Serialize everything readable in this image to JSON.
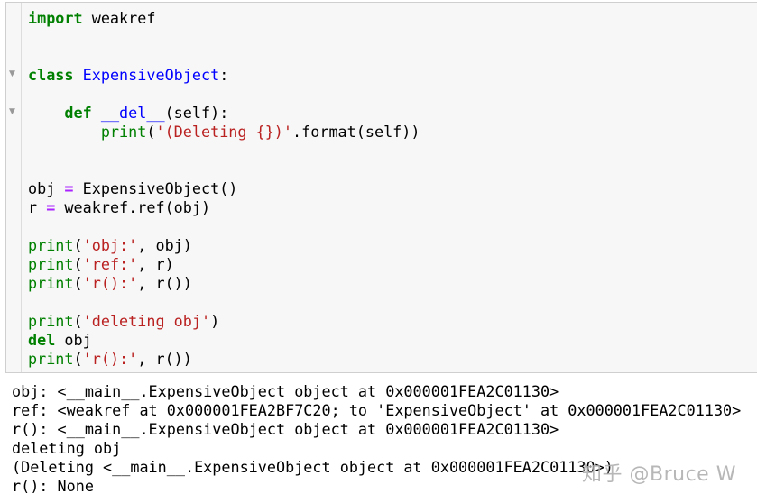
{
  "code_cell": {
    "lines": [
      [
        {
          "t": "import",
          "c": "kw"
        },
        {
          "t": " weakref",
          "c": ""
        }
      ],
      [],
      [],
      [
        {
          "t": "class",
          "c": "kw"
        },
        {
          "t": " ",
          "c": ""
        },
        {
          "t": "ExpensiveObject",
          "c": "def"
        },
        {
          "t": ":",
          "c": ""
        }
      ],
      [],
      [
        {
          "t": "    ",
          "c": ""
        },
        {
          "t": "def",
          "c": "kw"
        },
        {
          "t": " ",
          "c": ""
        },
        {
          "t": "__del__",
          "c": "def"
        },
        {
          "t": "(self):",
          "c": ""
        }
      ],
      [
        {
          "t": "        ",
          "c": ""
        },
        {
          "t": "print",
          "c": "bi"
        },
        {
          "t": "(",
          "c": ""
        },
        {
          "t": "'(Deleting {})'",
          "c": "str"
        },
        {
          "t": ".format(self))",
          "c": ""
        }
      ],
      [],
      [],
      [
        {
          "t": "obj ",
          "c": ""
        },
        {
          "t": "=",
          "c": "op"
        },
        {
          "t": " ExpensiveObject()",
          "c": ""
        }
      ],
      [
        {
          "t": "r ",
          "c": ""
        },
        {
          "t": "=",
          "c": "op"
        },
        {
          "t": " weakref.ref(obj)",
          "c": ""
        }
      ],
      [],
      [
        {
          "t": "print",
          "c": "bi"
        },
        {
          "t": "(",
          "c": ""
        },
        {
          "t": "'obj:'",
          "c": "str"
        },
        {
          "t": ", obj)",
          "c": ""
        }
      ],
      [
        {
          "t": "print",
          "c": "bi"
        },
        {
          "t": "(",
          "c": ""
        },
        {
          "t": "'ref:'",
          "c": "str"
        },
        {
          "t": ", r)",
          "c": ""
        }
      ],
      [
        {
          "t": "print",
          "c": "bi"
        },
        {
          "t": "(",
          "c": ""
        },
        {
          "t": "'r():'",
          "c": "str"
        },
        {
          "t": ", r())",
          "c": ""
        }
      ],
      [],
      [
        {
          "t": "print",
          "c": "bi"
        },
        {
          "t": "(",
          "c": ""
        },
        {
          "t": "'deleting obj'",
          "c": "str"
        },
        {
          "t": ")",
          "c": ""
        }
      ],
      [
        {
          "t": "del",
          "c": "kw"
        },
        {
          "t": " obj",
          "c": ""
        }
      ],
      [
        {
          "t": "print",
          "c": "bi"
        },
        {
          "t": "(",
          "c": ""
        },
        {
          "t": "'r():'",
          "c": "str"
        },
        {
          "t": ", r())",
          "c": ""
        }
      ]
    ],
    "fold_icons": [
      "fold-caret-icon",
      "fold-caret-icon"
    ],
    "colors": {
      "keyword": "#008000",
      "definition": "#0000ff",
      "operator": "#aa22ff",
      "builtin": "#008000",
      "string": "#ba2121",
      "background": "#f7f7f7"
    }
  },
  "output": {
    "lines": [
      "obj: <__main__.ExpensiveObject object at 0x000001FEA2C01130>",
      "ref: <weakref at 0x000001FEA2BF7C20; to 'ExpensiveObject' at 0x000001FEA2C01130>",
      "r(): <__main__.ExpensiveObject object at 0x000001FEA2C01130>",
      "deleting obj",
      "(Deleting <__main__.ExpensiveObject object at 0x000001FEA2C01130>)",
      "r(): None"
    ]
  },
  "watermark": {
    "text": "知乎 @Bruce W"
  }
}
